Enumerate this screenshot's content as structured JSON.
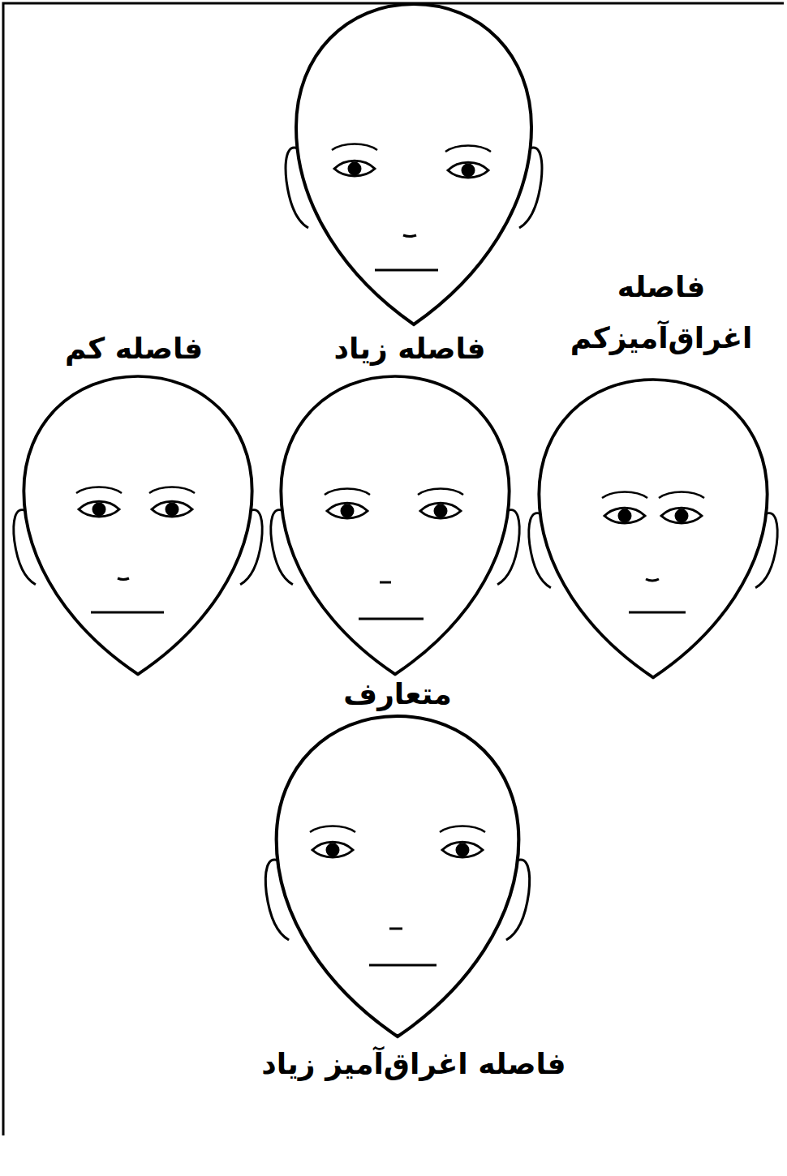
{
  "diagram": {
    "labels": [
      "فاصله اغراق‌آمیزکم",
      "فاصله زیاد",
      "فاصله کم",
      "متعارف",
      "فاصله اغراق‌آمیز زیاد"
    ]
  }
}
